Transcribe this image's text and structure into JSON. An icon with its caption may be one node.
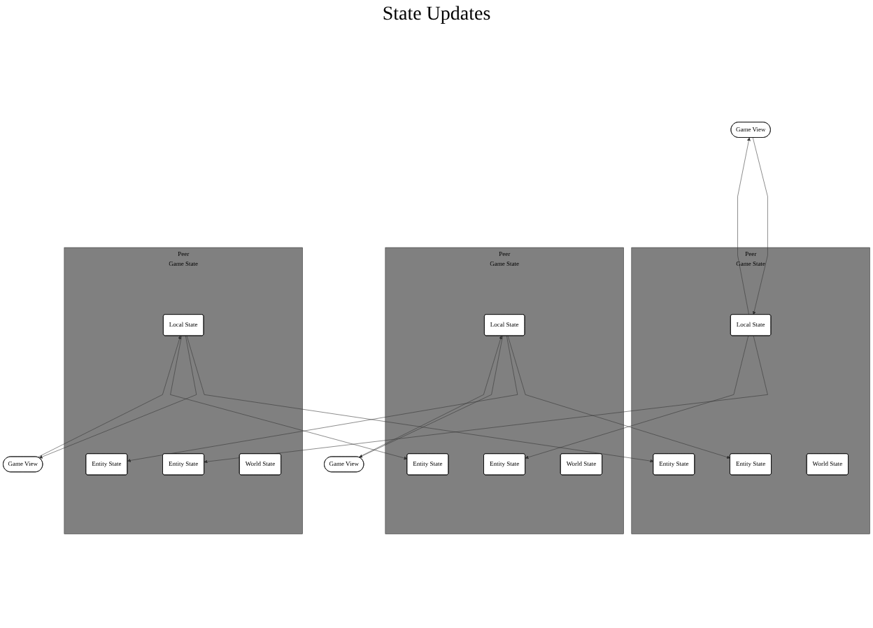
{
  "diagram": {
    "nodes": [
      {
        "text": [
          "Game View"
        ]
      },
      {
        "text": [
          "Peer",
          "Game State"
        ]
      },
      {
        "text": [
          "Local State"
        ],
        "in": 1
      },
      {
        "text": [
          "Entity State"
        ],
        "in": 1
      },
      {
        "text": [
          "Entity State"
        ],
        "in": 1
      },
      {
        "text": [
          "World State"
        ],
        "in": 1
      },
      {
        "text": [
          "Peer",
          "Game State"
        ]
      },
      {
        "text": [
          "Entity State"
        ],
        "in": 6
      },
      {
        "text": [
          "Entity State"
        ],
        "in": 6
      },
      {
        "text": [
          "Local State"
        ],
        "in": 6
      },
      {
        "text": [
          "World State"
        ],
        "in": 6
      },
      {
        "text": [
          "Game View"
        ]
      },
      {
        "text": [
          "Peer",
          "Game State"
        ]
      },
      {
        "text": [
          "Entity State"
        ],
        "in": 12
      },
      {
        "text": [
          "Local State"
        ],
        "in": 12
      },
      {
        "text": [
          "Entity State"
        ],
        "in": 12
      },
      {
        "text": [
          "World State"
        ],
        "in": 12
      },
      {
        "text": [
          "Game View"
        ]
      }
    ],
    "edges": [
      {
        "from": 0,
        "to": 2,
        "arrow": "to"
      },
      {
        "from": 2,
        "to": 0,
        "arrow": "to"
      },
      {
        "from": 2,
        "to": 7,
        "arrow": "to"
      },
      {
        "from": 2,
        "to": 13,
        "arrow": "to"
      },
      {
        "from": 14,
        "to": 3,
        "arrow": "to"
      },
      {
        "from": 9,
        "to": 4,
        "arrow": "to"
      },
      {
        "from": 14,
        "to": 8,
        "arrow": "to"
      },
      {
        "from": 17,
        "to": 14,
        "arrow": "to"
      },
      {
        "from": 14,
        "to": 17,
        "arrow": "to"
      },
      {
        "from": 11,
        "to": 9,
        "arrow": "to"
      },
      {
        "from": 9,
        "to": 11,
        "arrow": "to"
      },
      {
        "from": 9,
        "to": 15,
        "arrow": "to"
      }
    ],
    "labels": [
      "State Updates"
    ]
  }
}
